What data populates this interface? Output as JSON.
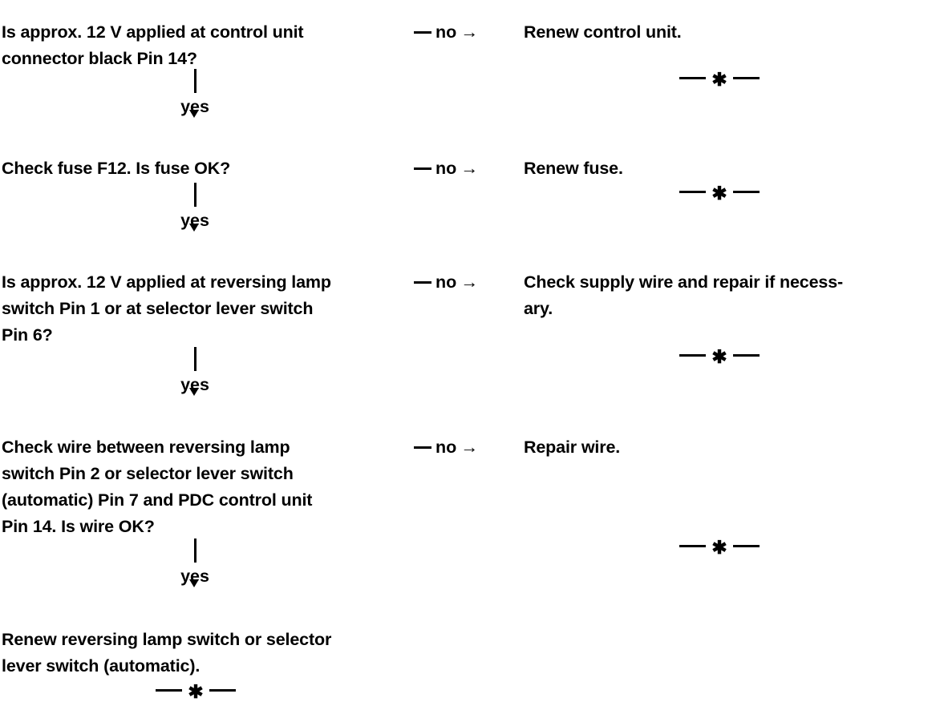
{
  "document": {
    "kind": "troubleshooting-flowchart",
    "background_color": "#ffffff",
    "ink_color": "#000000"
  },
  "labels": {
    "no_label": "no",
    "yes_label": "yes",
    "arrow_right_glyph": "→",
    "star_glyph": "✱"
  },
  "steps": [
    {
      "question": "Is approx. 12 V applied at control unit\nconnector black Pin 14?",
      "no_label": "no",
      "result": "Renew control unit.",
      "yes_label": "yes"
    },
    {
      "question": "Check fuse F12. Is fuse OK?",
      "no_label": "no",
      "result": "Renew fuse.",
      "yes_label": "yes"
    },
    {
      "question": "Is approx. 12 V applied at reversing lamp\nswitch Pin 1 or at selector lever switch\nPin 6?",
      "no_label": "no",
      "result": "Check supply wire and repair if necess-\nary.",
      "yes_label": "yes"
    },
    {
      "question": "Check wire between reversing lamp\nswitch Pin 2 or selector lever switch\n(automatic) Pin 7 and PDC control unit\nPin 14. Is wire OK?",
      "no_label": "no",
      "result": "Repair wire.",
      "yes_label": "yes"
    }
  ],
  "final_step": {
    "text": "Renew reversing lamp switch or selector\nlever switch (automatic)."
  }
}
